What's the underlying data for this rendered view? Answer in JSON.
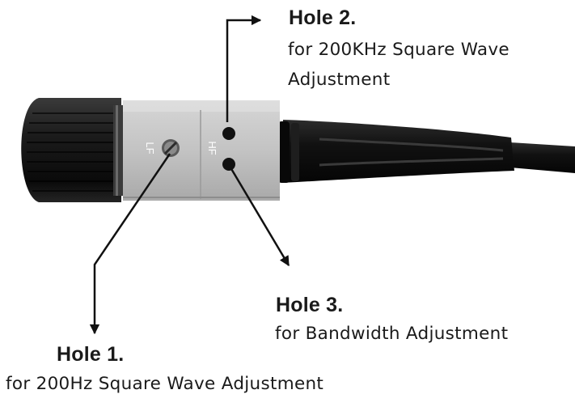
{
  "probe": {
    "lf_marking": "LF",
    "hf_marking": "HF"
  },
  "callouts": {
    "hole2": {
      "title": "Hole 2.",
      "line1": "for 200KHz Square Wave",
      "line2": "Adjustment"
    },
    "hole3": {
      "title": "Hole 3.",
      "line1": "for Bandwidth Adjustment"
    },
    "hole1": {
      "title": "Hole 1.",
      "line1": "for 200Hz Square Wave  Adjustment"
    }
  },
  "colors": {
    "knob": "#151515",
    "body": "#c5c5c5",
    "cable": "#0d0d0d",
    "arrow": "#111111"
  }
}
